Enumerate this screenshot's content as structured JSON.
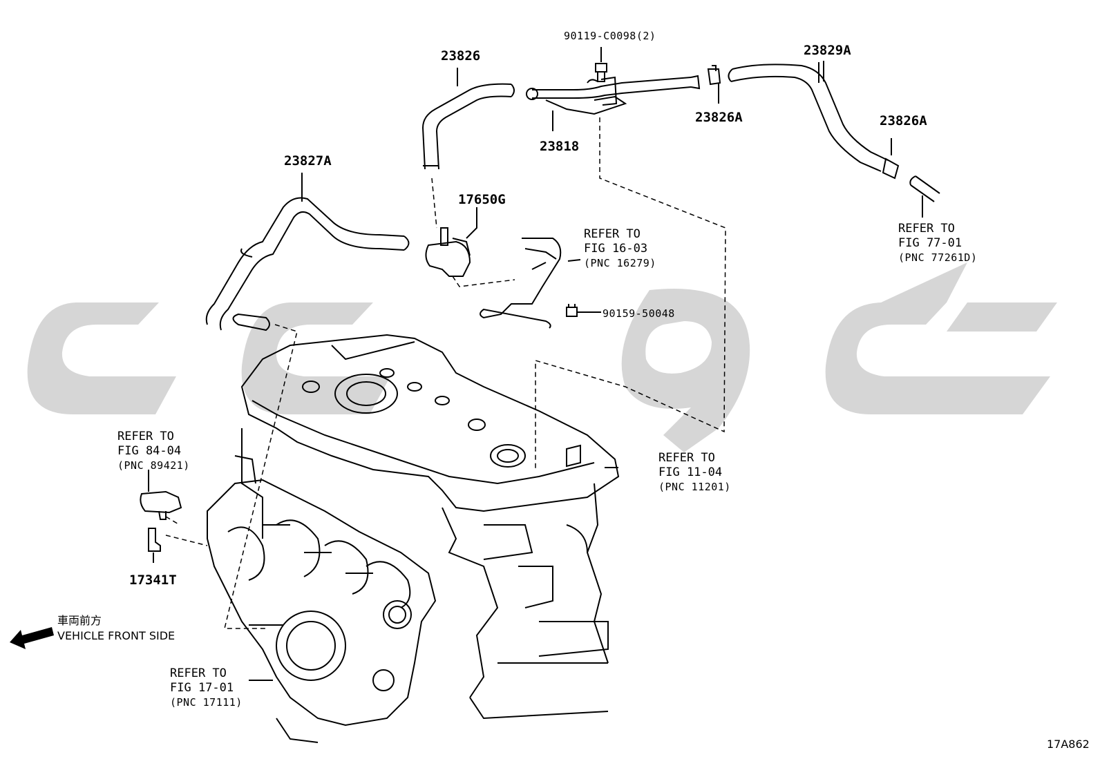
{
  "watermark": {
    "color": "#d4d4d4"
  },
  "part_numbers": {
    "p_90119": "90119-C0098(2)",
    "p_23826": "23826",
    "p_23829A": "23829A",
    "p_23818": "23818",
    "p_23826A_top": "23826A",
    "p_23826A_right": "23826A",
    "p_23827A": "23827A",
    "p_17650G": "17650G",
    "p_90159": "90159-50048",
    "p_17341T": "17341T"
  },
  "references": {
    "fig_77_01": {
      "line1": "REFER TO",
      "line2": "FIG 77-01",
      "line3": "(PNC 77261D)"
    },
    "fig_16_03": {
      "line1": "REFER TO",
      "line2": "FIG 16-03",
      "line3": "(PNC 16279)"
    },
    "fig_84_04": {
      "line1": "REFER TO",
      "line2": "FIG 84-04",
      "line3": "(PNC 89421)"
    },
    "fig_11_04": {
      "line1": "REFER TO",
      "line2": "FIG 11-04",
      "line3": "(PNC 11201)"
    },
    "fig_17_01": {
      "line1": "REFER TO",
      "line2": "FIG 17-01",
      "line3": "(PNC 17111)"
    }
  },
  "front_indicator": {
    "jp": "車両前方",
    "en": "VEHICLE FRONT SIDE"
  },
  "figure_code": "17A862"
}
